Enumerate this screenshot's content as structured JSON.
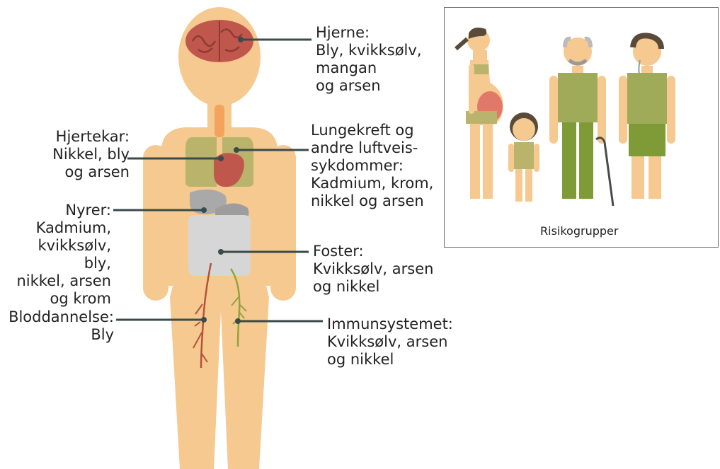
{
  "labels": {
    "brain": "Hjerne:\nBly, kvikksølv,\nmangan\nog arsen",
    "heart": "Hjertekar:\nNikkel, bly\nog arsen",
    "lungs": "Lungekreft og\nandre luftveis-\nsykdommer:\nKadmium, krom,\nnikkel og arsen",
    "kidneys": "Nyrer:\nKadmium,\nkvikksølv, bly,\nnikkel, arsen\nog krom",
    "fetus": "Foster:\nKvikksølv, arsen\nog nikkel",
    "blood": "Bloddannelse:\nBly",
    "immune": "Immunsystemet:\nKvikksølv, arsen\nog nikkel"
  },
  "risk_groups": {
    "caption": "Risikogrupper",
    "figures": [
      "pregnant-woman",
      "child",
      "elderly-man-with-cane",
      "man-with-oxygen"
    ]
  },
  "colors": {
    "skin": "#f5c98f",
    "brain": "#c0574d",
    "lung": "#b9b36c",
    "heart": "#c0574d",
    "organ_grey": "#a9a9a9",
    "belly_grey": "#d6d6d6",
    "vessel_red": "#b5533a",
    "vessel_green": "#94a33b",
    "clothes_olive": "#9fab58",
    "pants_green": "#7e9b38",
    "leader_line": "#3b4a4a"
  }
}
